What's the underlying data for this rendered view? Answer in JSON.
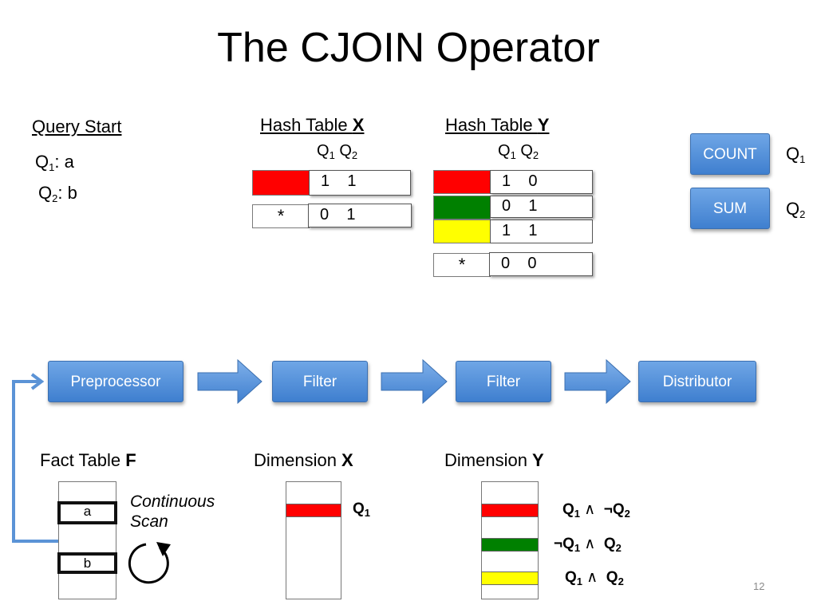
{
  "title": "The CJOIN Operator",
  "query_start": {
    "heading": "Query Start",
    "items": [
      {
        "q": "Q",
        "sub": "1",
        "rest": ": a"
      },
      {
        "q": "Q",
        "sub": "2",
        "rest": ": b"
      }
    ]
  },
  "hash_x": {
    "heading_prefix": "Hash Table ",
    "heading_bold": "X",
    "col1": "Q",
    "col1_sub": "1",
    "col2": "Q",
    "col2_sub": "2",
    "rows": [
      {
        "key_color": "#ff0000",
        "key": "",
        "values": "1    1"
      },
      {
        "key_color": "#ffffff",
        "key": "*",
        "values": "0    1"
      }
    ]
  },
  "hash_y": {
    "heading_prefix": "Hash Table ",
    "heading_bold": "Y",
    "col1": "Q",
    "col1_sub": "1",
    "col2": "Q",
    "col2_sub": "2",
    "rows": [
      {
        "key_color": "#ff0000",
        "key": "",
        "values": "1    0"
      },
      {
        "key_color": "#008000",
        "key": "",
        "values": "0    1"
      },
      {
        "key_color": "#ffff00",
        "key": "",
        "values": "1    1"
      },
      {
        "key_color": "#ffffff",
        "key": "*",
        "values": "0    0"
      }
    ]
  },
  "aggregates": [
    {
      "label": "COUNT",
      "q": "Q",
      "sub": "1"
    },
    {
      "label": "SUM",
      "q": "Q",
      "sub": "2"
    }
  ],
  "pipeline": {
    "preprocessor": "Preprocessor",
    "filter1": "Filter",
    "filter2": "Filter",
    "distributor": "Distributor"
  },
  "fact_table": {
    "heading_prefix": "Fact Table ",
    "heading_bold": "F",
    "row_a": "a",
    "row_b": "b",
    "scan_label_1": "Continuous",
    "scan_label_2": "Scan"
  },
  "dimension_x": {
    "heading_prefix": "Dimension ",
    "heading_bold": "X",
    "bar_color": "#ff0000",
    "label_q": "Q",
    "label_sub": "1"
  },
  "dimension_y": {
    "heading_prefix": "Dimension ",
    "heading_bold": "Y",
    "bars": [
      {
        "color": "#ff0000",
        "q1_neg": "",
        "q1": "Q",
        "q1_sub": "1",
        "op": "∧",
        "q2_neg": "¬",
        "q2": "Q",
        "q2_sub": "2"
      },
      {
        "color": "#008000",
        "q1_neg": "¬",
        "q1": "Q",
        "q1_sub": "1",
        "op": "∧",
        "q2_neg": "",
        "q2": "Q",
        "q2_sub": "2"
      },
      {
        "color": "#ffff00",
        "q1_neg": "",
        "q1": "Q",
        "q1_sub": "1",
        "op": "∧",
        "q2_neg": "",
        "q2": "Q",
        "q2_sub": "2"
      }
    ]
  },
  "colors": {
    "accent": "#4f8fdc",
    "arrow": "#5b93d6"
  },
  "page_number": "12"
}
